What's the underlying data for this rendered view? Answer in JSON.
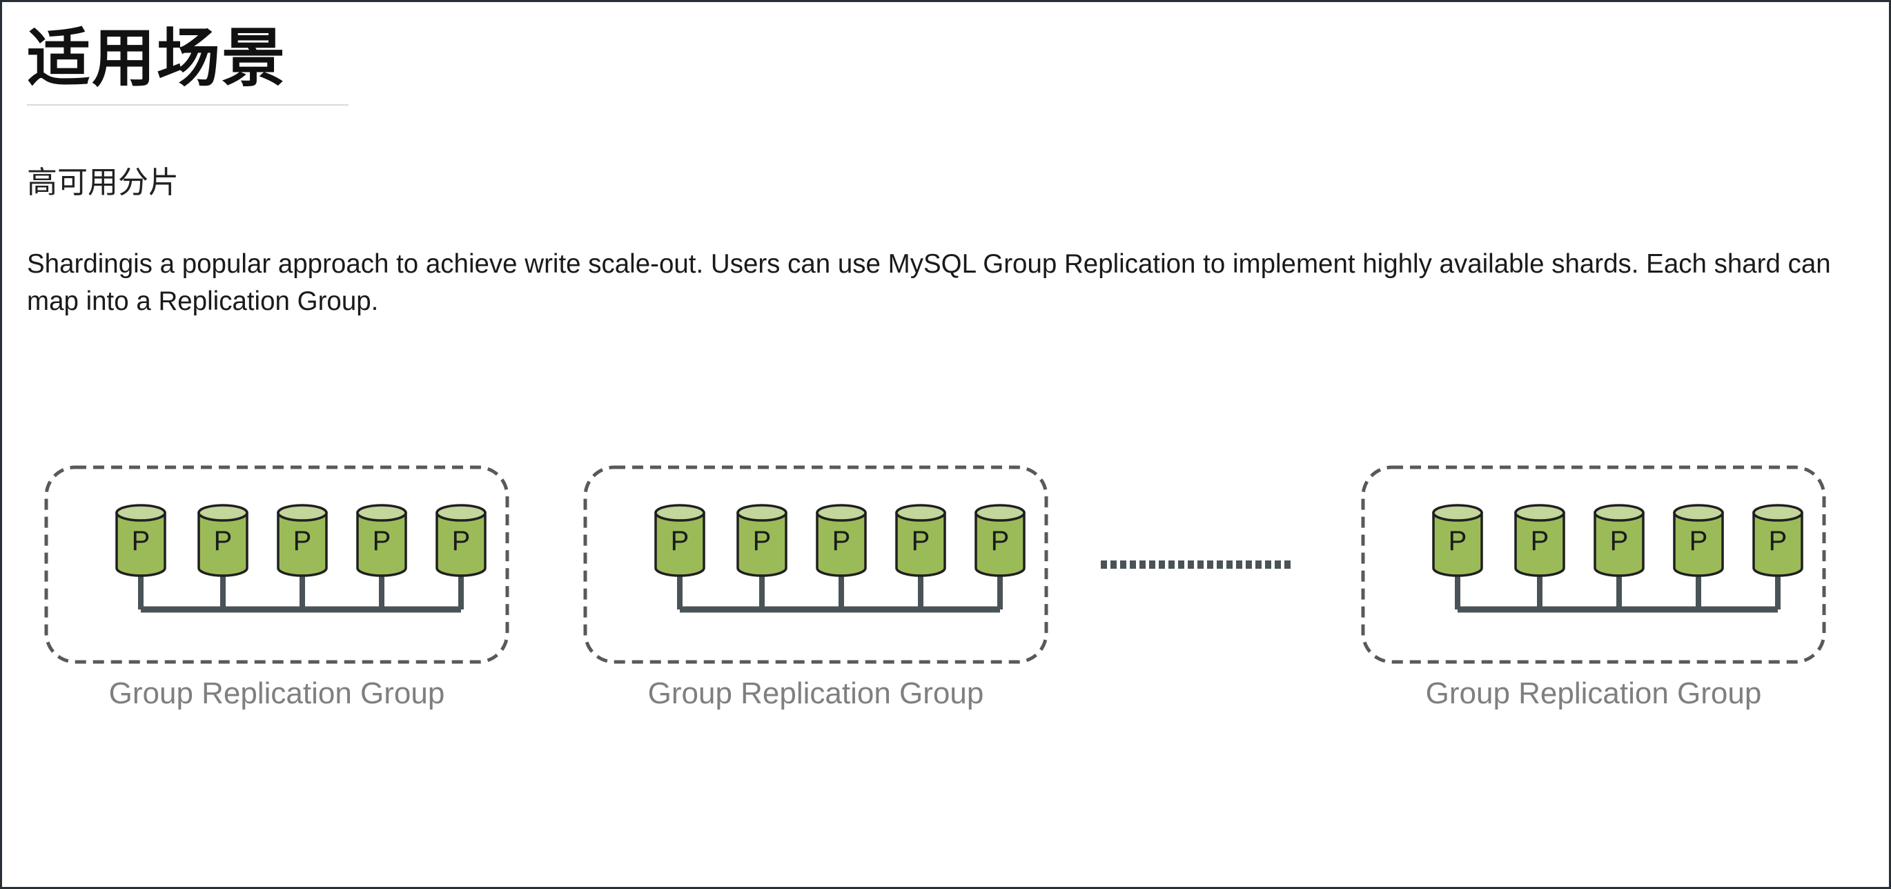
{
  "heading": "适用场景",
  "subheading": "高可用分片",
  "description": "Shardingis a popular approach to achieve write scale-out. Users can use MySQL Group Replication to implement highly available shards. Each shard can map into a Replication Group.",
  "diagram": {
    "groups": [
      {
        "caption": "Group Replication Group",
        "nodes": [
          "P",
          "P",
          "P",
          "P",
          "P"
        ]
      },
      {
        "caption": "Group Replication Group",
        "nodes": [
          "P",
          "P",
          "P",
          "P",
          "P"
        ]
      },
      {
        "caption": "Group Replication Group",
        "nodes": [
          "P",
          "P",
          "P",
          "P",
          "P"
        ]
      }
    ],
    "colors": {
      "node_fill": "#9bbb59",
      "node_top": "#c3d69b",
      "node_stroke": "#1f1f1f",
      "bus": "#4a5358",
      "group_border": "#595959",
      "ellipsis": "#4a5358",
      "caption": "#7f7f7f"
    },
    "icon": "database-cylinder-icon"
  }
}
